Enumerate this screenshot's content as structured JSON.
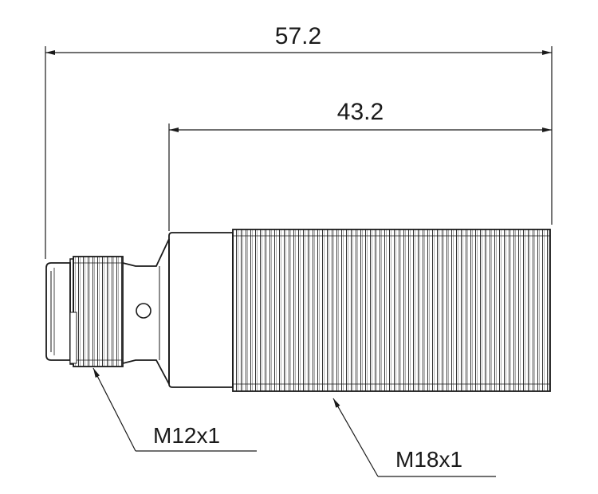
{
  "dimensions": {
    "overall_length": "57.2",
    "body_length": "43.2"
  },
  "callouts": {
    "connector_thread": "M12x1",
    "body_thread": "M18x1"
  }
}
